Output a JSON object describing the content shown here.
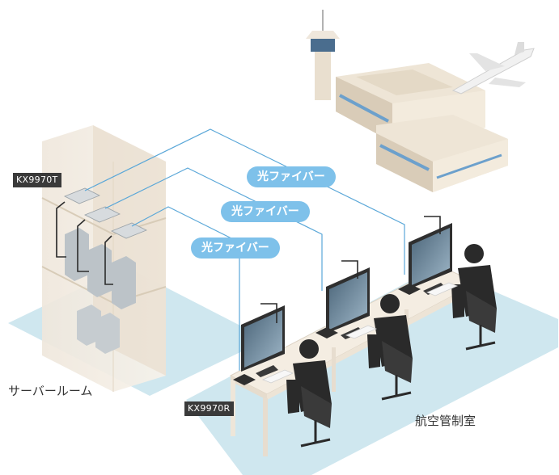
{
  "labels": {
    "transmitter": "KX9970T",
    "receiver": "KX9970R",
    "server_room": "サーバールーム",
    "control_room": "航空管制室"
  },
  "links": [
    {
      "label": "光ファイバー"
    },
    {
      "label": "光ファイバー"
    },
    {
      "label": "光ファイバー"
    }
  ],
  "colors": {
    "fiber": "#5aa7d8",
    "pill": "#7ec1ea",
    "floor": "#cfe7ef",
    "tag": "#3a3a3a"
  }
}
